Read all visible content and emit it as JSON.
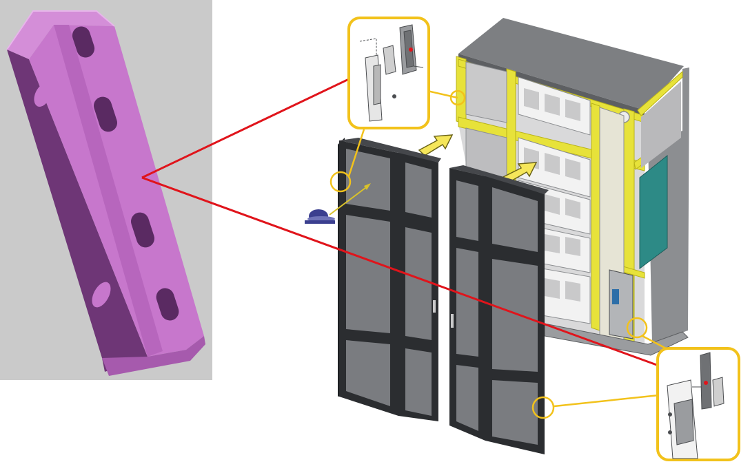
{
  "figure": {
    "kind": "exploded assembly illustration",
    "components": [
      "bracket-closeup",
      "cabinet-frame",
      "left-door",
      "right-door",
      "top-hinge-inset",
      "bottom-hinge-inset"
    ]
  },
  "colors": {
    "bracket": "#c777cc",
    "bracket_dark": "#7e3e86",
    "bracket_mid": "#a65aad",
    "closeup_bg": "#cacaca",
    "callout_line": "#e0141b",
    "inset_border": "#f2c21b",
    "frame_yellow": "#e7e23a",
    "cabinet_gray": "#7d7f82",
    "door_black": "#2b2d30",
    "door_glass": "#7a7c80",
    "panel_teal": "#2d8a86",
    "arrow_fill": "#f5e65a"
  },
  "icons": [
    "install-arrow",
    "callout-circle",
    "hinge-detail",
    "logo-mark"
  ]
}
